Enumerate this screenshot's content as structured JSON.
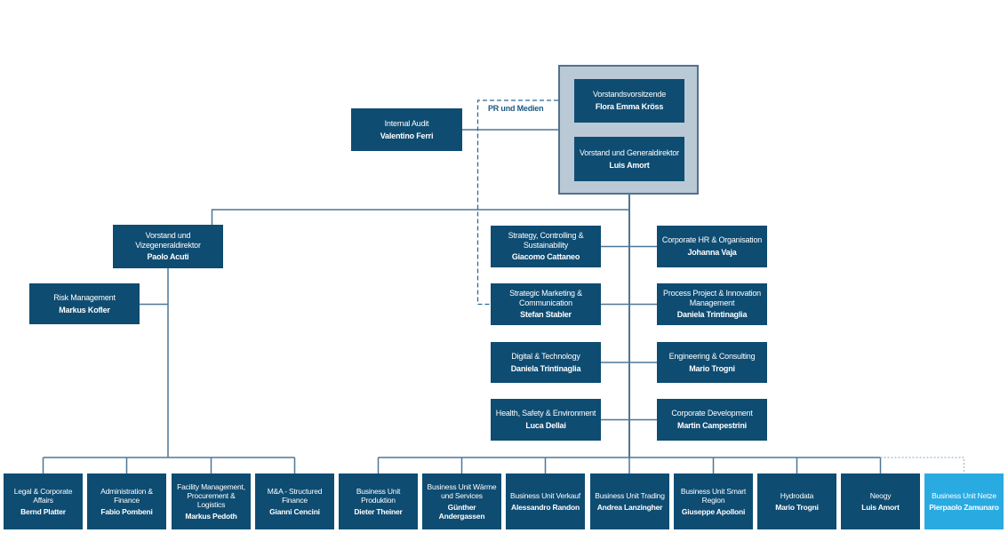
{
  "org": {
    "colors": {
      "dark_box": "#0e4c72",
      "accent": "#29abe2",
      "group_fill": "#bac9d6",
      "group_border": "#53718c",
      "line": "#4f7697",
      "line_dashed": "#2e6a94",
      "line_dotted": "#a9c7da",
      "label_text": "#1b5880"
    },
    "labels": {
      "pr_medien": "PR und Medien"
    },
    "board": {
      "chairwoman": {
        "title": "Vorstandsvorsitzende",
        "name": "Flora Emma Kröss"
      },
      "general_director": {
        "title": "Vorstand und Generaldirektor",
        "name": "Luis Amort"
      }
    },
    "internal_audit": {
      "title": "Internal Audit",
      "name": "Valentino Ferri"
    },
    "vice_director": {
      "title": "Vorstand und Vizegeneraldirektor",
      "name": "Paolo Acuti"
    },
    "risk_management": {
      "title": "Risk Management",
      "name": "Markus Kofler"
    },
    "staff_left": [
      {
        "title": "Strategy, Controlling & Sustainability",
        "name": "Giacomo Cattaneo"
      },
      {
        "title": "Strategic Marketing & Communication",
        "name": "Stefan Stabler"
      },
      {
        "title": "Digital & Technology",
        "name": "Daniela Trintinaglia"
      },
      {
        "title": "Health, Safety & Environment",
        "name": "Luca Dellai"
      }
    ],
    "staff_right": [
      {
        "title": "Corporate HR & Organisation",
        "name": "Johanna Vaja"
      },
      {
        "title": "Process Project & Innovation Management",
        "name": "Daniela Trintinaglia"
      },
      {
        "title": "Engineering & Consulting",
        "name": "Mario Trogni"
      },
      {
        "title": "Corporate Development",
        "name": "Martin Campestrini"
      }
    ],
    "departments": [
      {
        "title": "Legal & Corporate Affairs",
        "name": "Bernd Platter"
      },
      {
        "title": "Administration & Finance",
        "name": "Fabio Pombeni"
      },
      {
        "title": "Facility Management, Procurement & Logistics",
        "name": "Markus Pedoth"
      },
      {
        "title": "M&A - Structured Finance",
        "name": "Gianni Cencini"
      }
    ],
    "business_units": [
      {
        "title": "Business Unit Produktion",
        "name": "Dieter Theiner"
      },
      {
        "title": "Business Unit Wärme und Services",
        "name": "Günther Andergassen"
      },
      {
        "title": "Business Unit Verkauf",
        "name": "Alessandro Randon"
      },
      {
        "title": "Business Unit Trading",
        "name": "Andrea Lanzingher"
      },
      {
        "title": "Business Unit Smart Region",
        "name": "Giuseppe Apolloni"
      },
      {
        "title": "Hydrodata",
        "name": "Mario Trogni"
      },
      {
        "title": "Neogy",
        "name": "Luis Amort"
      },
      {
        "title": "Business Unit Netze",
        "name": "Pierpaolo Zamunaro"
      }
    ]
  }
}
